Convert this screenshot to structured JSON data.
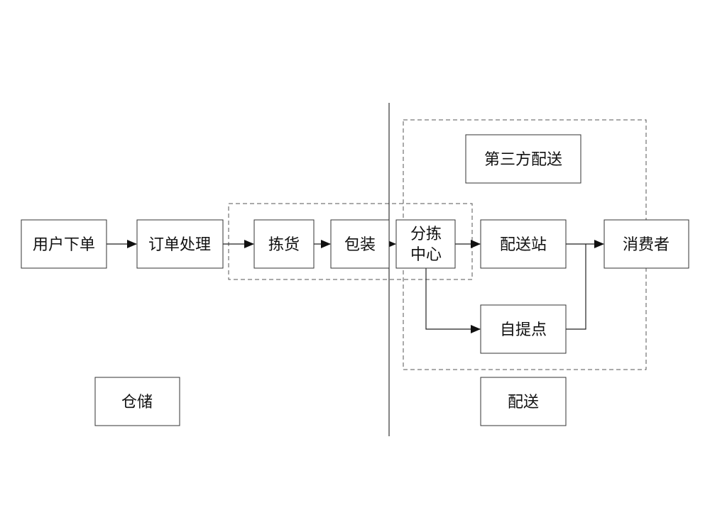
{
  "nodes": {
    "user_order": "用户下单",
    "order_processing": "订单处理",
    "picking": "拣货",
    "packing": "包装",
    "sorting_center_line1": "分拣",
    "sorting_center_line2": "中心",
    "delivery_station": "配送站",
    "consumer": "消费者",
    "third_party_delivery": "第三方配送",
    "pickup_point": "自提点",
    "warehouse_label": "仓储",
    "delivery_label": "配送"
  }
}
